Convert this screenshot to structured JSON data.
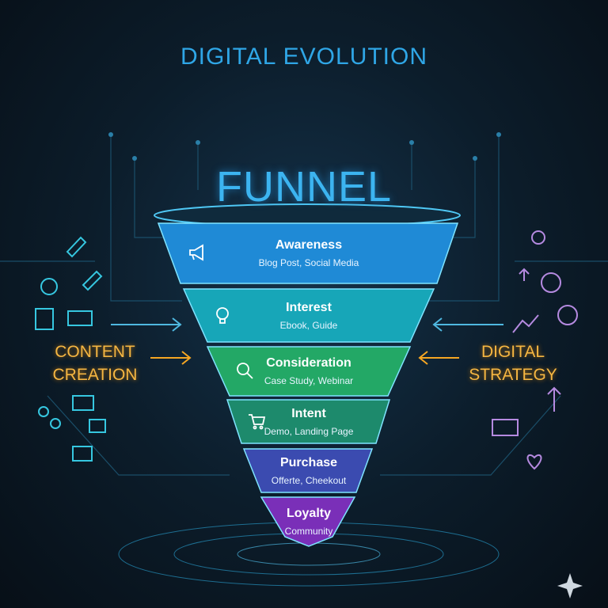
{
  "title": "DIGITAL EVOLUTION",
  "heading": "FUNNEL",
  "left_label": [
    "CONTENT",
    "CREATION"
  ],
  "right_label": [
    "DIGITAL",
    "STRATEGY"
  ],
  "stages": [
    {
      "name": "Awareness",
      "sub": "Blog Post, Social Media",
      "icon": "megaphone-icon",
      "color": "#1f8ad6"
    },
    {
      "name": "Interest",
      "sub": "Ebook, Guide",
      "icon": "lightbulb-icon",
      "color": "#17a6b8"
    },
    {
      "name": "Consideration",
      "sub": "Case Study, Webinar",
      "icon": "magnifier-icon",
      "color": "#23a866"
    },
    {
      "name": "Intent",
      "sub": "Demo, Landing Page",
      "icon": "cart-icon",
      "color": "#1d8a6c"
    },
    {
      "name": "Purchase",
      "sub": "Offerte, Cheekout",
      "icon": "none",
      "color": "#3b4bb0"
    },
    {
      "name": "Loyalty",
      "sub": "Community",
      "icon": "none",
      "color": "#7a2fb8"
    }
  ]
}
